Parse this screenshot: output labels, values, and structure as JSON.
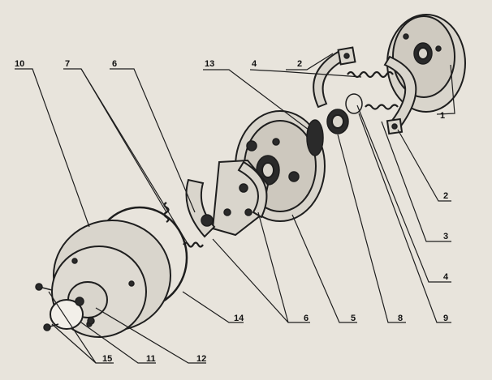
{
  "callouts": [
    {
      "id": "c1",
      "text": "1"
    },
    {
      "id": "c2a",
      "text": "2"
    },
    {
      "id": "c2b",
      "text": "2"
    },
    {
      "id": "c3",
      "text": "3"
    },
    {
      "id": "c4a",
      "text": "4"
    },
    {
      "id": "c4b",
      "text": "4"
    },
    {
      "id": "c5",
      "text": "5"
    },
    {
      "id": "c6a",
      "text": "6"
    },
    {
      "id": "c6b",
      "text": "6"
    },
    {
      "id": "c7",
      "text": "7"
    },
    {
      "id": "c8",
      "text": "8"
    },
    {
      "id": "c9",
      "text": "9"
    },
    {
      "id": "c10",
      "text": "10"
    },
    {
      "id": "c11",
      "text": "11"
    },
    {
      "id": "c12",
      "text": "12"
    },
    {
      "id": "c13",
      "text": "13"
    },
    {
      "id": "c14",
      "text": "14"
    },
    {
      "id": "c15",
      "text": "15"
    }
  ]
}
